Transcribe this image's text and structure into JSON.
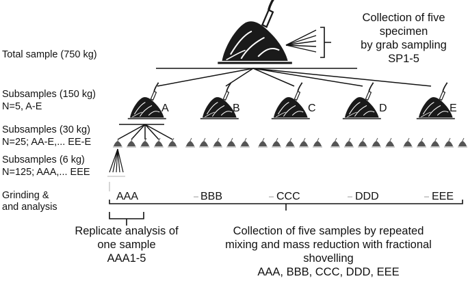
{
  "left_labels": {
    "total": "Total sample (750 kg)",
    "sub150_line1": "Subsamples (150 kg)",
    "sub150_line2": "N=5, A-E",
    "sub30_line1": "Subsamples (30 kg)",
    "sub30_line2": "N=25; AA-E,... EE-E",
    "sub6_line1": "Subsamples (6 kg)",
    "sub6_line2": "N=125; AAA,... EEE",
    "grind_line1": "Grinding &",
    "grind_line2": "and analysis"
  },
  "collection": {
    "line1": "Collection of five",
    "line2": "specimen",
    "line3": "by grab sampling",
    "line4": "SP1-5"
  },
  "subsample_letters": [
    "A",
    "B",
    "C",
    "D",
    "E"
  ],
  "grinding_labels": [
    "AAA",
    "BBB",
    "CCC",
    "DDD",
    "EEE"
  ],
  "replicate": {
    "line1": "Replicate analysis of",
    "line2": "one sample",
    "line3": "AAA1-5"
  },
  "bottom_collection": {
    "line1": "Collection of five samples by repeated",
    "line2": "mixing and mass reduction with fractional",
    "line3": "shovelling",
    "line4": "AAA, BBB, CCC, DDD, EEE"
  },
  "icons": {
    "pile": "shovel-pile-icon",
    "small_pile": "small-pile-icon"
  }
}
